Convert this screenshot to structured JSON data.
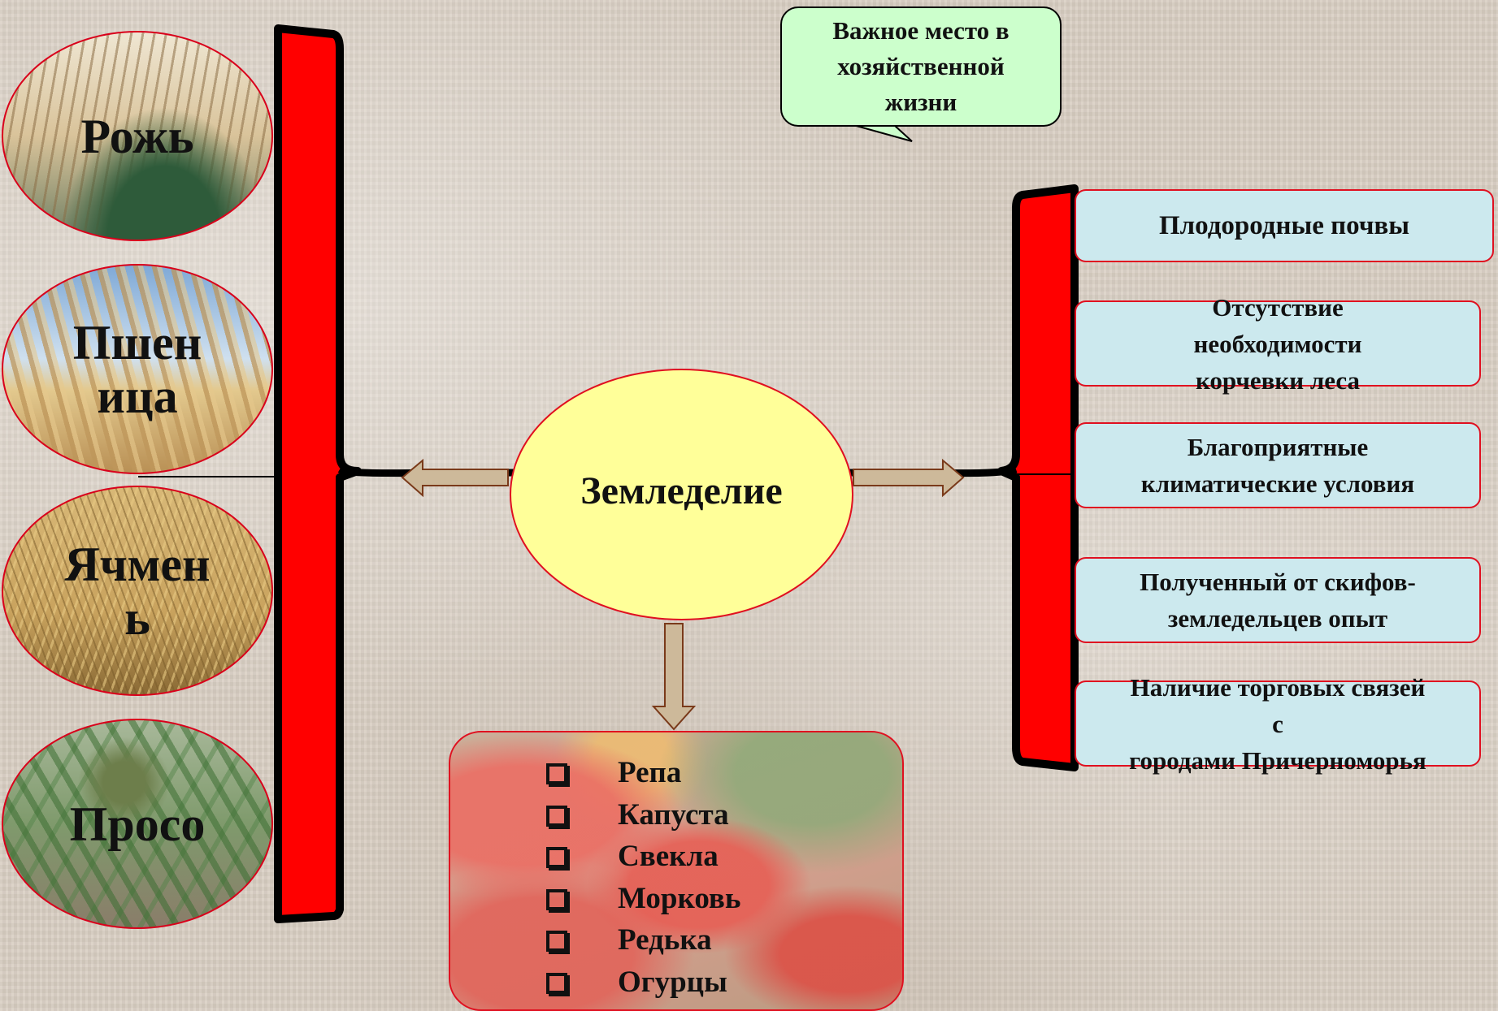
{
  "center": {
    "label": "Земледелие"
  },
  "callout": {
    "text": "Важное место в хозяйственной жизни"
  },
  "crops": [
    {
      "id": "rye",
      "label": "Рожь"
    },
    {
      "id": "wheat",
      "label": "Пшен ица",
      "lines": [
        "Пшен",
        "ица"
      ]
    },
    {
      "id": "barley",
      "label": "Ячмен ь",
      "lines": [
        "Ячмен",
        "ь"
      ]
    },
    {
      "id": "millet",
      "label": "Просо"
    }
  ],
  "conditions": [
    "Плодородные почвы",
    "Отсутствие необходимости корчевки леса",
    "Благоприятные климатические условия",
    "Полученный от скифов-земледельцев опыт",
    "Наличие торговых связей с городами Причерноморья"
  ],
  "condition_lines": [
    [
      "Плодородные почвы"
    ],
    [
      "Отсутствие",
      "необходимости",
      "корчевки леса"
    ],
    [
      "Благоприятные",
      "климатические условия"
    ],
    [
      "Полученный от скифов-",
      "земледельцев опыт"
    ],
    [
      "Наличие торговых связей",
      "с",
      "городами Причерноморья"
    ]
  ],
  "vegetables": [
    "Репа",
    "Капуста",
    "Свекла",
    "Морковь",
    "Редька",
    "Огурцы"
  ],
  "colors": {
    "bracket": "#ff0000",
    "center_fill": "#ffff99",
    "callout_fill": "#ccffcc",
    "box_fill": "#cce9ee",
    "border": "#e01020"
  }
}
